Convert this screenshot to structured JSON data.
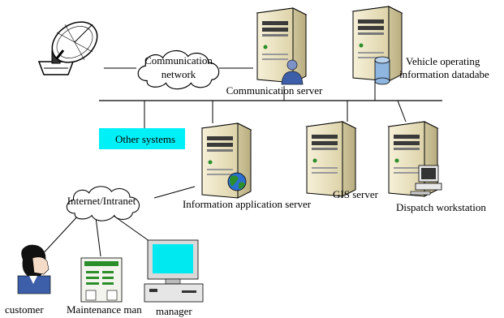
{
  "labels": {
    "satellite": "",
    "comm_network_line1": "Communication",
    "comm_network_line2": "network",
    "comm_server": "Communication server",
    "vehicle_db_line1": "Vehicle operating",
    "vehicle_db_line2": "information datadabe",
    "other_systems": "Other systems",
    "info_app_server": "Information application server",
    "gis_server": "GIS server",
    "dispatch_ws": "Dispatch workstation",
    "internet": "Internet/Intranet",
    "customer": "customer",
    "maintenance": "Maintenance  man",
    "manager": "manager"
  },
  "colors": {
    "other_systems_bg": "#00f0f8",
    "server_body": "#efe7c8",
    "server_shade": "#d8cfa6",
    "globe": "#2a8f2a",
    "db_cylinder": "#8fb6e0",
    "person": "#3d5ea8"
  }
}
